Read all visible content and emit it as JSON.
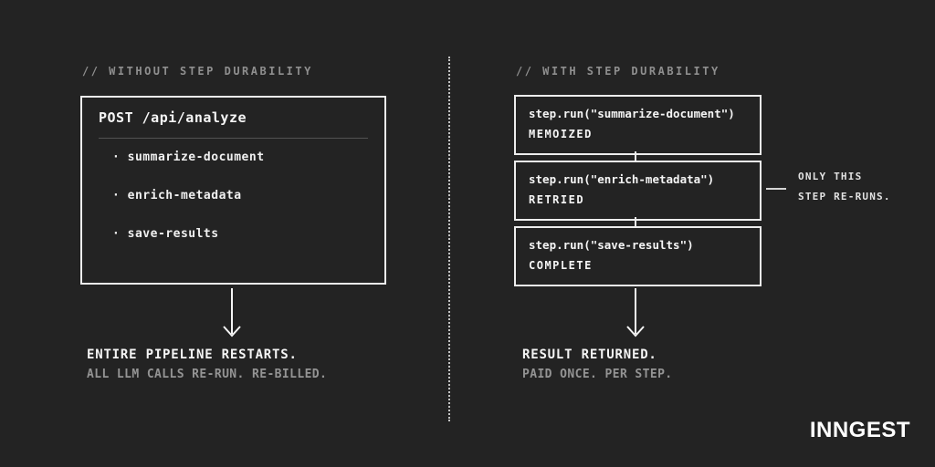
{
  "colors": {
    "background": "#232323",
    "text": "#f5f5f5",
    "muted": "#8f8f8f",
    "border": "#ededed"
  },
  "left": {
    "header": "// WITHOUT STEP DURABILITY",
    "card": {
      "title": "POST /api/analyze",
      "items": [
        "· summarize-document",
        "· enrich-metadata",
        "· save-results"
      ]
    },
    "result_title": "ENTIRE PIPELINE RESTARTS.",
    "result_subtitle": "ALL LLM CALLS RE-RUN. RE-BILLED."
  },
  "right": {
    "header": "// WITH STEP DURABILITY",
    "steps": [
      {
        "code": "step.run(\"summarize-document\")",
        "status": "MEMOIZED"
      },
      {
        "code": "step.run(\"enrich-metadata\")",
        "status": "RETRIED"
      },
      {
        "code": "step.run(\"save-results\")",
        "status": "COMPLETE"
      }
    ],
    "annotation": {
      "line1": "ONLY THIS",
      "line2": "STEP RE-RUNS."
    },
    "result_title": "RESULT RETURNED.",
    "result_subtitle": "PAID ONCE. PER STEP."
  },
  "footer": {
    "logo": "INNGEST"
  }
}
